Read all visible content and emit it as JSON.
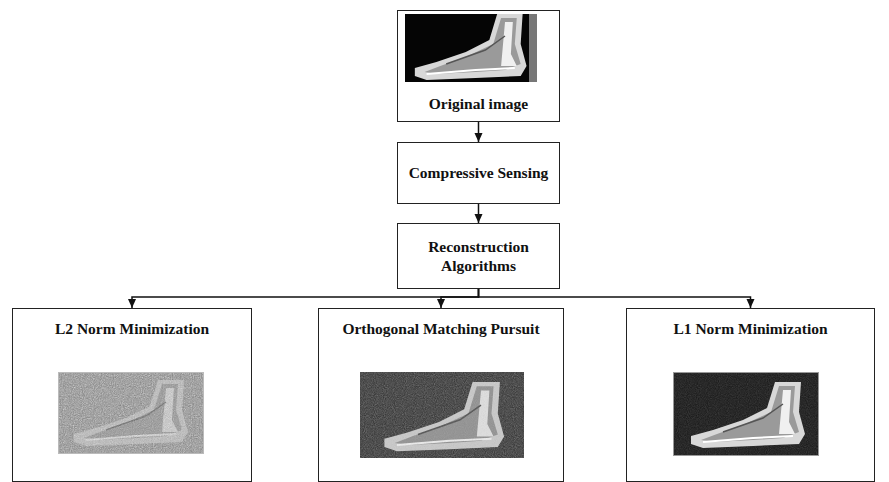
{
  "diagram": {
    "nodes": [
      {
        "text": [
          "Original image"
        ]
      },
      {
        "text": [
          "Compressive Sensing"
        ]
      },
      {
        "text": [
          "Reconstruction Algorithms"
        ]
      },
      {
        "text": [
          "L2 Norm Minimization"
        ]
      },
      {
        "text": [
          "Orthogonal Matching Pursuit"
        ]
      },
      {
        "text": [
          "L1 Norm Minimization"
        ]
      }
    ],
    "edges": [
      {
        "from": 0,
        "to": 1,
        "arrow": "to"
      },
      {
        "from": 1,
        "to": 2,
        "arrow": "to"
      },
      {
        "from": 2,
        "to": 3,
        "arrow": "to"
      },
      {
        "from": 2,
        "to": 4,
        "arrow": "to"
      },
      {
        "from": 2,
        "to": 5,
        "arrow": "to"
      }
    ]
  }
}
